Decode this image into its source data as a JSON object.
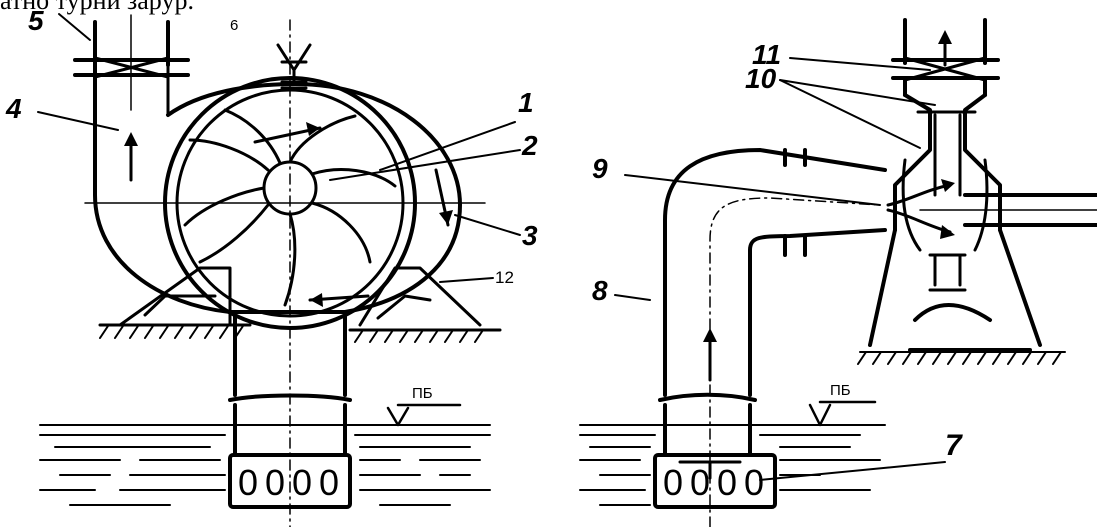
{
  "header": {
    "text": "атно турни зарур."
  },
  "left_figure": {
    "labels": {
      "l1": "1",
      "l2": "2",
      "l3": "3",
      "l4": "4",
      "l5": "5",
      "l6": "6",
      "l12": "12",
      "water_level": "ПБ"
    },
    "screen_slots": [
      "0",
      "0",
      "0",
      "0"
    ]
  },
  "right_figure": {
    "labels": {
      "l7": "7",
      "l8": "8",
      "l9": "9",
      "l10": "10",
      "l11": "11",
      "water_level": "ПБ"
    },
    "screen_slots": [
      "0",
      "0",
      "0",
      "0"
    ]
  }
}
